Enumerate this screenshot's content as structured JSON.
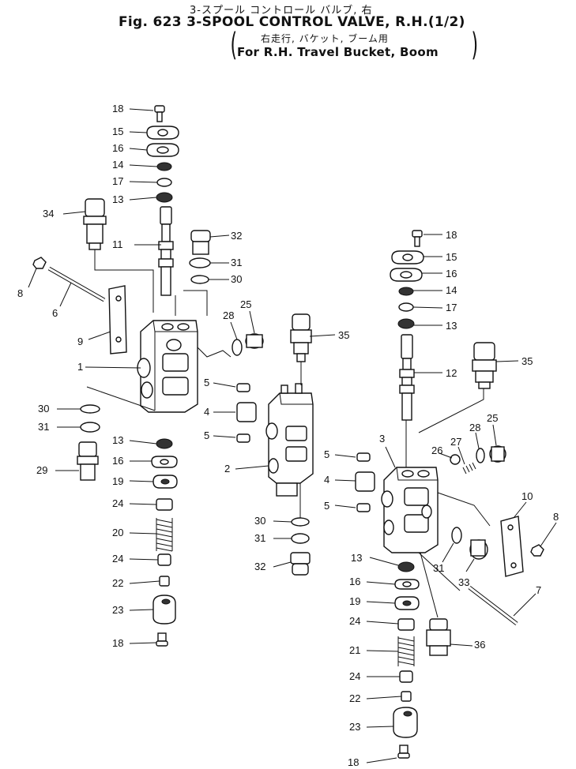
{
  "title": {
    "japanese": "3-スプール コントロール バルブ, 右",
    "main": "Fig. 623 3-SPOOL CONTROL VALVE, R.H.(1/2)",
    "sub_japanese": "右走行, バケット, ブーム用",
    "sub_english": "For R.H. Travel Bucket, Boom",
    "paren_open": "(",
    "paren_close": ")"
  },
  "callouts": {
    "l18a": "18",
    "l15a": "15",
    "l16a": "16",
    "l14a": "14",
    "l17a": "17",
    "l13a": "13",
    "l34": "34",
    "l11": "11",
    "l32a": "32",
    "l31a": "31",
    "l30a": "30",
    "l8a": "8",
    "l6": "6",
    "l9": "9",
    "l28a": "28",
    "l25a": "25",
    "l35a": "35",
    "l1": "1",
    "l5a": "5",
    "l4a": "4",
    "l5b": "5",
    "l30b": "30",
    "l31b": "31",
    "l13b": "13",
    "l16b": "16",
    "l19a": "19",
    "l29": "29",
    "l2": "2",
    "l24a": "24",
    "l20": "20",
    "l24b": "24",
    "l22a": "22",
    "l23a": "23",
    "l18b": "18",
    "l30c": "30",
    "l31c": "31",
    "l32b": "32",
    "l18c": "18",
    "l15b": "15",
    "l16c": "16",
    "l14b": "14",
    "l17b": "17",
    "l13c": "13",
    "l12": "12",
    "l35b": "35",
    "l3": "3",
    "l26": "26",
    "l27": "27",
    "l28b": "28",
    "l25b": "25",
    "l5c": "5",
    "l4b": "4",
    "l5d": "5",
    "l10": "10",
    "l8b": "8",
    "l13d": "13",
    "l31d": "31",
    "l33": "33",
    "l7": "7",
    "l16d": "16",
    "l19b": "19",
    "l24c": "24",
    "l36": "36",
    "l21": "21",
    "l24d": "24",
    "l22b": "22",
    "l23b": "23",
    "l18d": "18"
  }
}
